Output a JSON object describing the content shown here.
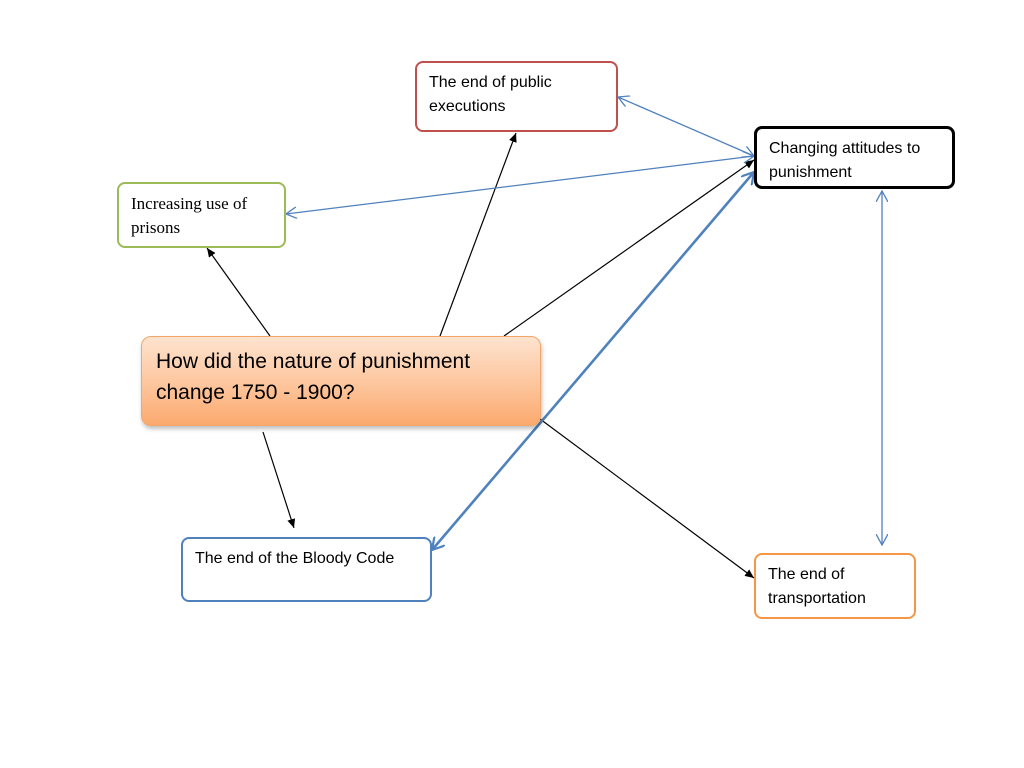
{
  "central": {
    "label": "How did the nature of punishment change 1750 - 1900?"
  },
  "nodes": {
    "public_executions": {
      "label": "The end of public executions",
      "border_color": "#c0504d"
    },
    "changing_attitudes": {
      "label": "Changing attitudes to punishment",
      "border_color": "#000000"
    },
    "prisons": {
      "label": "Increasing use of prisons",
      "border_color": "#9bbb59"
    },
    "bloody_code": {
      "label": "The end of the Bloody Code",
      "border_color": "#4f81bd"
    },
    "transportation": {
      "label": "The end of transportation",
      "border_color": "#f79646"
    }
  },
  "colors": {
    "central_fill": "#fdc59c",
    "arrow_black": "#000000",
    "arrow_blue": "#4f81bd"
  }
}
